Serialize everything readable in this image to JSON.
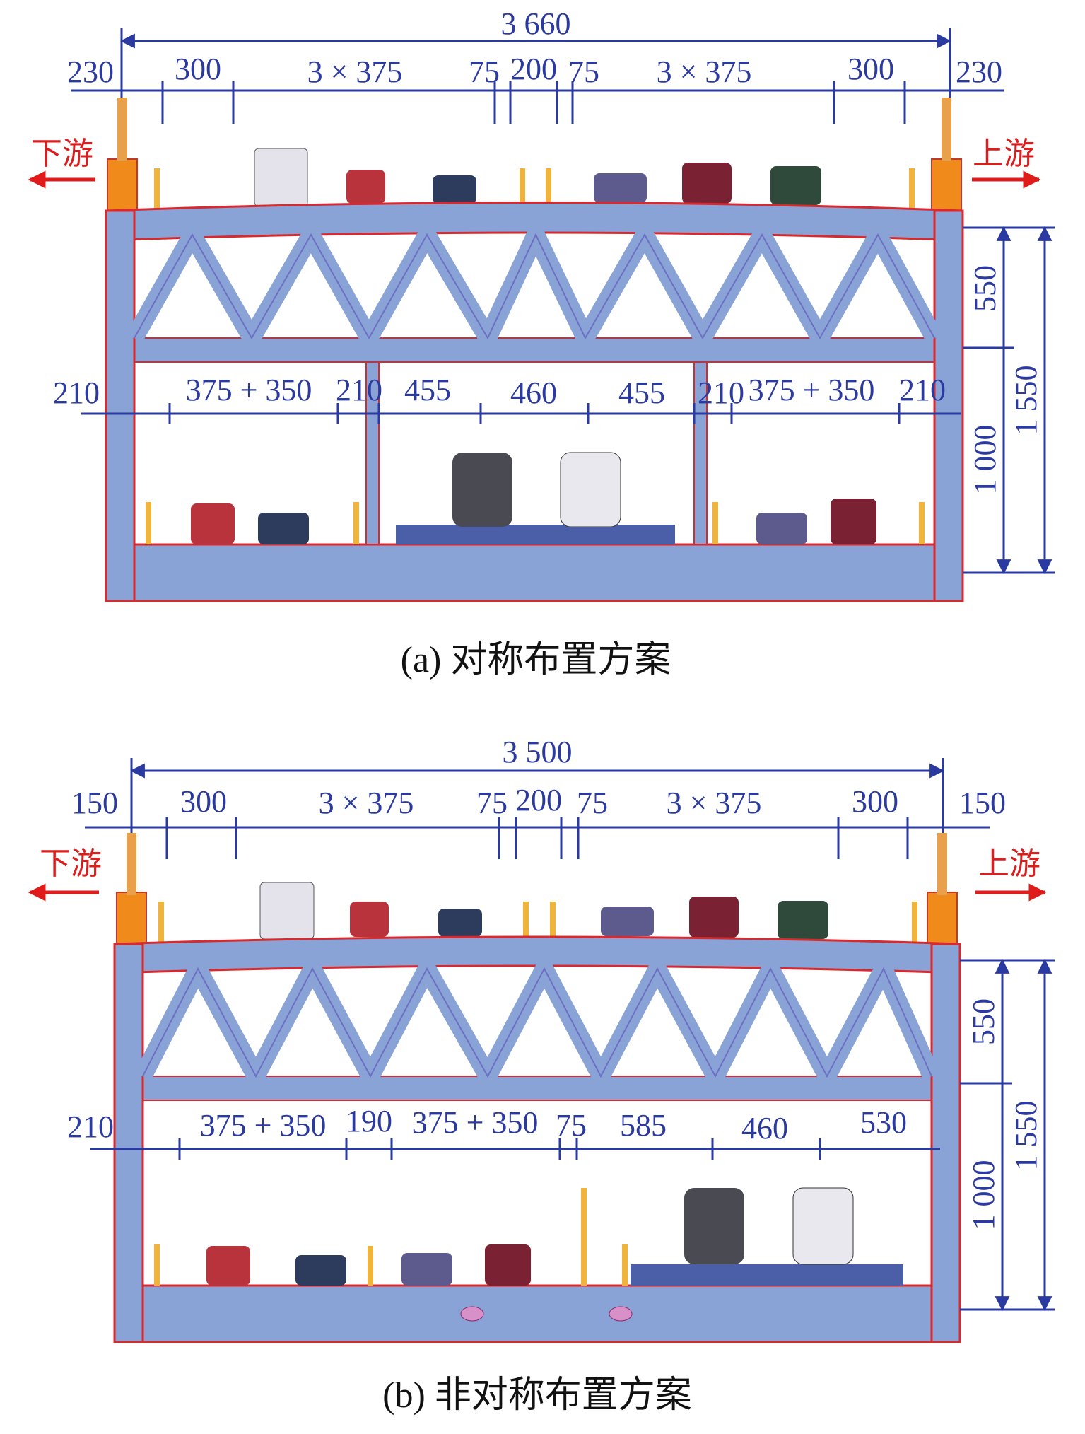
{
  "colors": {
    "structure": "#8aa3d6",
    "structure_edge": "#d8292f",
    "dimension": "#2b3aa0",
    "direction_arrow": "#e01b1b",
    "tower": "#f08a1a"
  },
  "panel_a": {
    "caption": "(a) 对称布置方案",
    "downstream": "下游",
    "upstream": "上游",
    "top_total": "3 660",
    "top_segments": [
      "230",
      "300",
      "3 × 375",
      "75",
      "200",
      "75",
      "3 × 375",
      "300",
      "230"
    ],
    "lower_segments": [
      "210",
      "375 + 350",
      "210",
      "455",
      "460",
      "455",
      "210",
      "375 + 350",
      "210"
    ],
    "heights": {
      "upper": "550",
      "lower": "1 000",
      "total": "1 550"
    }
  },
  "panel_b": {
    "caption": "(b) 非对称布置方案",
    "downstream": "下游",
    "upstream": "上游",
    "top_total": "3 500",
    "top_segments": [
      "150",
      "300",
      "3 × 375",
      "75",
      "200",
      "75",
      "3 × 375",
      "300",
      "150"
    ],
    "lower_segments": [
      "210",
      "375 + 350",
      "190",
      "375 + 350",
      "75",
      "585",
      "460",
      "530"
    ],
    "heights": {
      "upper": "550",
      "lower": "1 000",
      "total": "1 550"
    }
  }
}
